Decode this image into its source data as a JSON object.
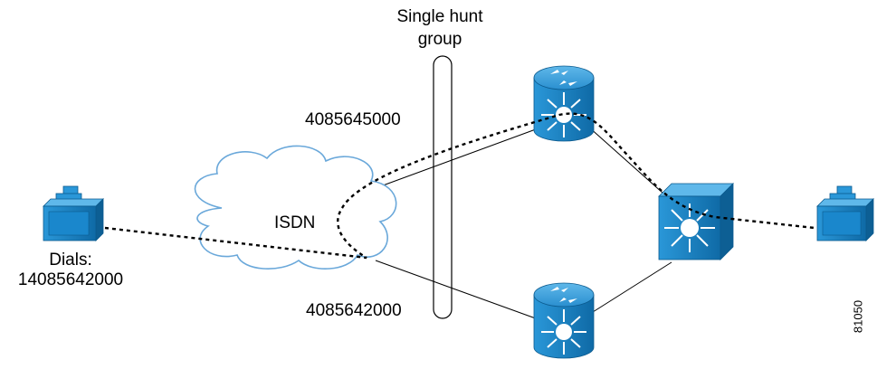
{
  "labels": {
    "hunt_group_line1": "Single hunt",
    "hunt_group_line2": "group",
    "number_top": "4085645000",
    "number_bottom": "4085642000",
    "cloud": "ISDN",
    "dials_line1": "Dials:",
    "dials_line2": "14085642000",
    "figure_id": "81050"
  },
  "colors": {
    "device_blue": "#1a87cc",
    "device_dark": "#0d5f94",
    "cloud_outline": "#6aa8da",
    "line": "#000000"
  },
  "icons": [
    "pc-terminal-icon",
    "isdn-cloud-icon",
    "router-icon",
    "multilayer-switch-icon"
  ]
}
